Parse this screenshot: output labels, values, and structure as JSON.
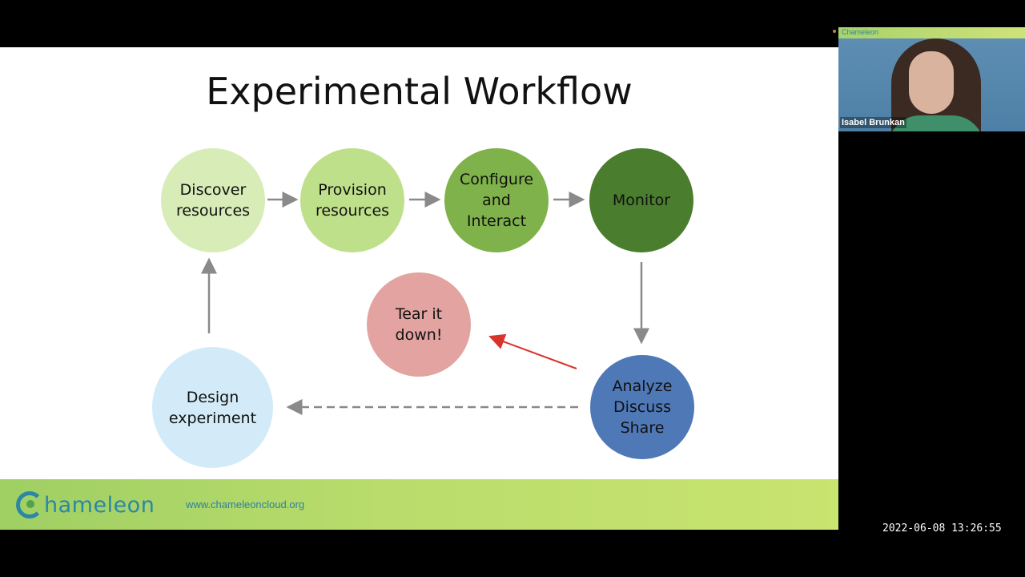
{
  "slide": {
    "title": "Experimental Workflow",
    "nodes": [
      {
        "id": "discover",
        "label": "Discover\nresources",
        "color": "#d7ecb6",
        "text_color": "#111"
      },
      {
        "id": "provision",
        "label": "Provision\nresources",
        "color": "#bfe08a",
        "text_color": "#111"
      },
      {
        "id": "configure",
        "label": "Configure\nand\nInteract",
        "color": "#7fb24a",
        "text_color": "#111"
      },
      {
        "id": "monitor",
        "label": "Monitor",
        "color": "#4a7d2e",
        "text_color": "#111"
      },
      {
        "id": "teardown",
        "label": "Tear it\ndown!",
        "color": "#e3a3a0",
        "text_color": "#111"
      },
      {
        "id": "design",
        "label": "Design\nexperiment",
        "color": "#d3ebf8",
        "text_color": "#111"
      },
      {
        "id": "analyze",
        "label": "Analyze\nDiscuss\nShare",
        "color": "#4f78b7",
        "text_color": "#111"
      }
    ],
    "footer": {
      "logo_text": "hameleon",
      "website": "www.chameleoncloud.org"
    }
  },
  "video": {
    "participant_name": "Isabel Brunkan",
    "banner_text": "Chameleon"
  },
  "timestamp": "2022-06-08 13:26:55",
  "colors": {
    "arrow_gray": "#8a8a8a",
    "arrow_red": "#d9342b",
    "footer_green": "#b7dc6c"
  }
}
